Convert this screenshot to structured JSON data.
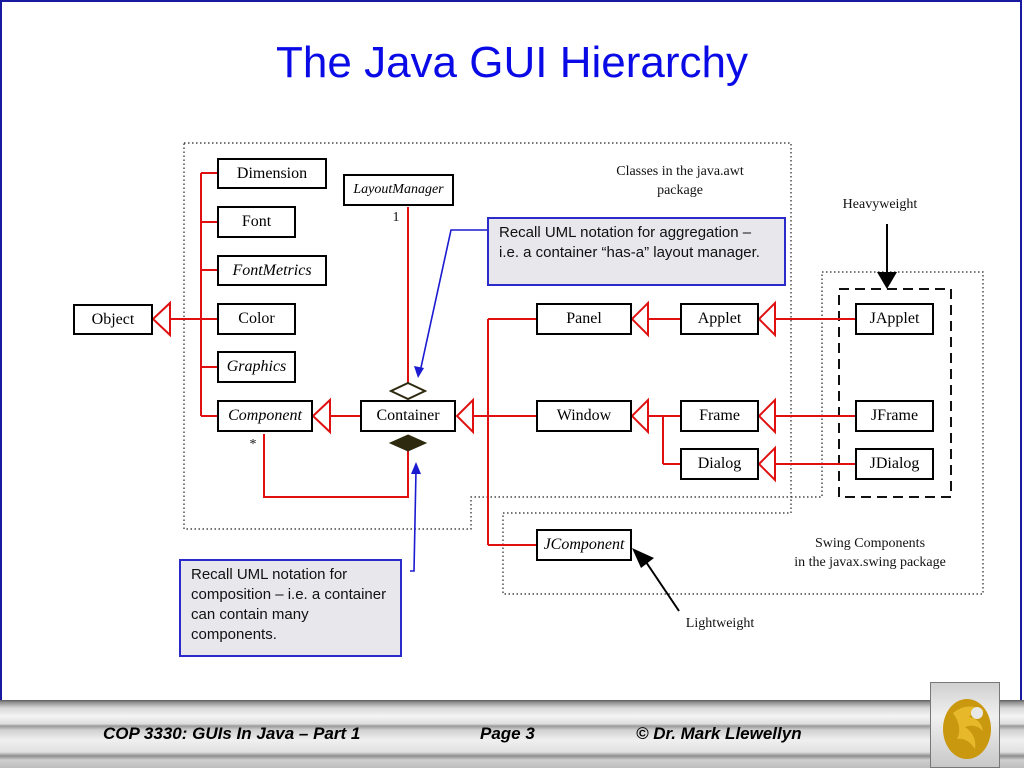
{
  "slide": {
    "title": "The Java GUI Hierarchy"
  },
  "diagram": {
    "classes": {
      "object": {
        "name": "Object",
        "italic": false
      },
      "dimension": {
        "name": "Dimension",
        "italic": false
      },
      "font": {
        "name": "Font",
        "italic": false
      },
      "fontmetrics": {
        "name": "FontMetrics",
        "italic": true
      },
      "color": {
        "name": "Color",
        "italic": false
      },
      "graphics": {
        "name": "Graphics",
        "italic": true
      },
      "component": {
        "name": "Component",
        "italic": true
      },
      "layoutmanager": {
        "name": "LayoutManager",
        "italic": true
      },
      "container": {
        "name": "Container",
        "italic": false
      },
      "panel": {
        "name": "Panel",
        "italic": false
      },
      "applet": {
        "name": "Applet",
        "italic": false
      },
      "window": {
        "name": "Window",
        "italic": false
      },
      "frame": {
        "name": "Frame",
        "italic": false
      },
      "dialog": {
        "name": "Dialog",
        "italic": false
      },
      "japplet": {
        "name": "JApplet",
        "italic": false
      },
      "jframe": {
        "name": "JFrame",
        "italic": false
      },
      "jdialog": {
        "name": "JDialog",
        "italic": false
      },
      "jcomponent": {
        "name": "JComponent",
        "italic": true
      }
    },
    "multiplicity": {
      "layout_one": "1",
      "component_many": "*"
    },
    "labels": {
      "awt_package_line1": "Classes in the java.awt",
      "awt_package_line2": "package",
      "heavyweight": "Heavyweight",
      "lightweight": "Lightweight",
      "swing_package_line1": "Swing Components",
      "swing_package_line2": "in the javax.swing package"
    },
    "notes": {
      "aggregation": "Recall UML notation for aggregation – i.e. a container “has-a” layout manager.",
      "composition": "Recall UML notation for composition – i.e. a container can contain many components."
    },
    "colors": {
      "inheritance_line": "#e01010",
      "note_border": "#2b2bcc",
      "note_fill": "#e8e8ec",
      "title": "#0a0ae6",
      "composition_diamond": "#2e2a10"
    }
  },
  "footer": {
    "course": "COP 3330:  GUIs In Java – Part 1",
    "page": "Page 3",
    "author": "© Dr. Mark Llewellyn",
    "logo": "ucf-pegasus-logo"
  }
}
